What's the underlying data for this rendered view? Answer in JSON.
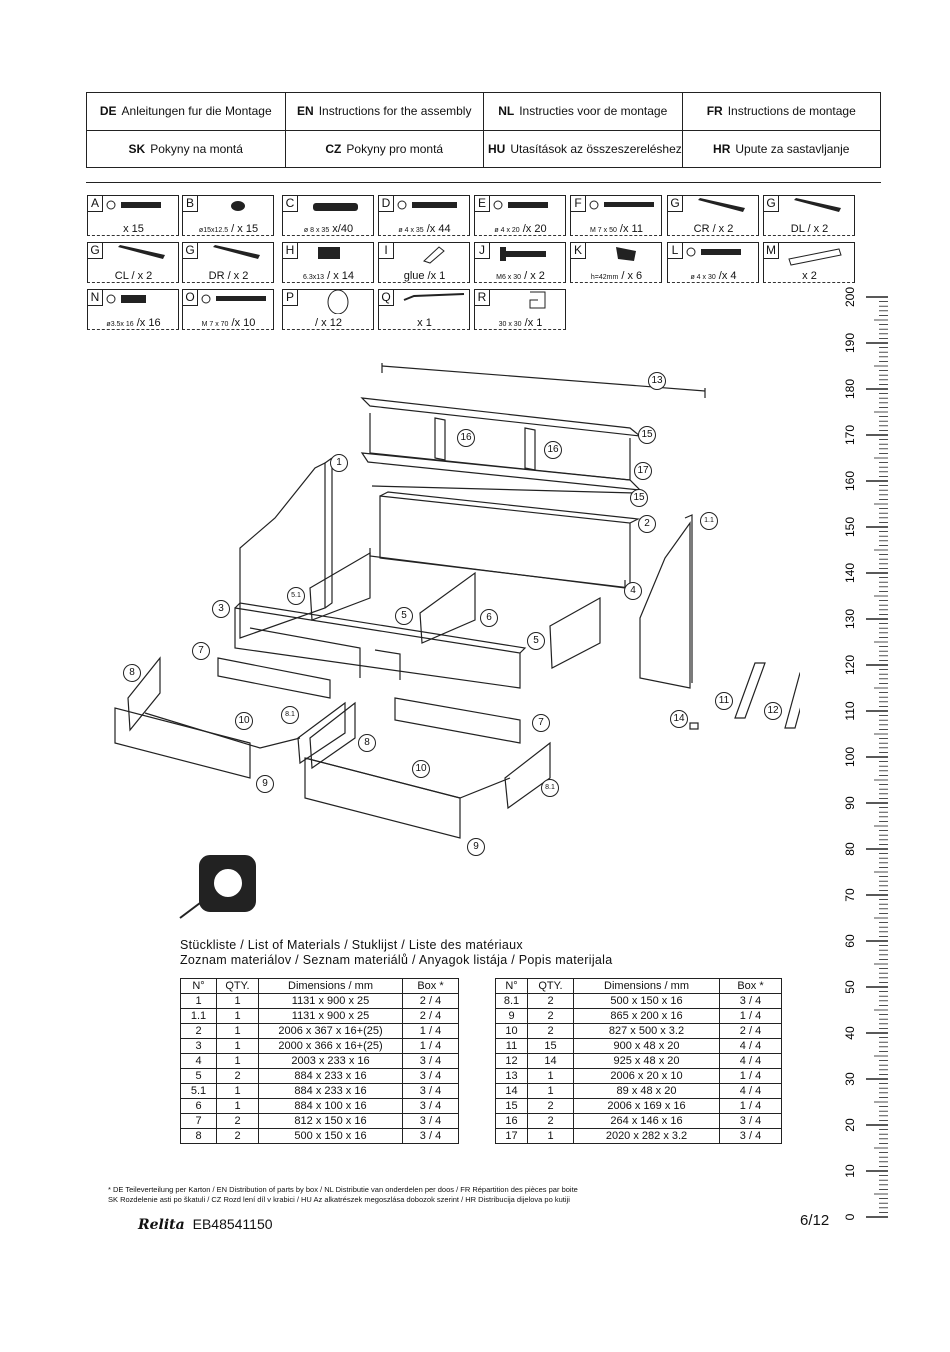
{
  "languages": [
    [
      {
        "code": "DE",
        "text": "Anleitungen fur die Montage"
      },
      {
        "code": "EN",
        "text": "Instructions for the assembly"
      },
      {
        "code": "NL",
        "text": "Instructies voor de montage"
      },
      {
        "code": "FR",
        "text": "Instructions de montage"
      }
    ],
    [
      {
        "code": "SK",
        "text": "Pokyny na montá"
      },
      {
        "code": "CZ",
        "text": "Pokyny pro montá"
      },
      {
        "code": "HU",
        "text": "Utasítások az összeszereléshez"
      },
      {
        "code": "HR",
        "text": "Upute za sastavljanje"
      }
    ]
  ],
  "hardware": [
    {
      "letter": "A",
      "spec": "",
      "qty": "x 15"
    },
    {
      "letter": "B",
      "spec": "ø15x12.5",
      "qty": "/ x 15"
    },
    {
      "letter": "C",
      "spec": "ø 8 x 35",
      "qty": "x/40"
    },
    {
      "letter": "D",
      "spec": "ø 4 x 35",
      "qty": "/x 44"
    },
    {
      "letter": "E",
      "spec": "ø 4 x 20",
      "qty": "/x 20"
    },
    {
      "letter": "F",
      "spec": "M 7 x 50",
      "qty": "/x 11"
    },
    {
      "letter": "G",
      "spec": "",
      "qty": "CR / x 2"
    },
    {
      "letter": "G",
      "spec": "",
      "qty": "DL / x 2"
    },
    {
      "letter": "G",
      "spec": "",
      "qty": "CL / x 2"
    },
    {
      "letter": "G",
      "spec": "",
      "qty": "DR / x 2"
    },
    {
      "letter": "H",
      "spec": "6.3x13",
      "qty": "/ x 14"
    },
    {
      "letter": "I",
      "spec": "",
      "qty": "glue /x 1"
    },
    {
      "letter": "J",
      "spec": "M6 x 30",
      "qty": "/ x 2"
    },
    {
      "letter": "K",
      "spec": "h=42mm",
      "qty": "/ x 6"
    },
    {
      "letter": "L",
      "spec": "ø 4 x 30",
      "qty": "/x 4"
    },
    {
      "letter": "M",
      "spec": "",
      "qty": "x 2"
    },
    {
      "letter": "N",
      "spec": "ø3.5x 16",
      "qty": "/x 16"
    },
    {
      "letter": "O",
      "spec": "M 7 x 70",
      "qty": "/x 10"
    },
    {
      "letter": "P",
      "spec": "",
      "qty": "/ x 12"
    },
    {
      "letter": "Q",
      "spec": "",
      "qty": "x 1"
    },
    {
      "letter": "R",
      "spec": "30 x 30",
      "qty": "/x 1"
    }
  ],
  "ruler": {
    "labels": [
      "200",
      "190",
      "180",
      "170",
      "160",
      "150",
      "140",
      "130",
      "120",
      "110",
      "100",
      "90",
      "80",
      "70",
      "60",
      "50",
      "40",
      "30",
      "20",
      "10",
      "0"
    ]
  },
  "diagram": {
    "part_labels": [
      "1",
      "1.1",
      "2",
      "3",
      "4",
      "5",
      "5.1",
      "6",
      "7",
      "8",
      "8.1",
      "9",
      "10",
      "11",
      "12",
      "13",
      "14",
      "15",
      "16",
      "17"
    ]
  },
  "materials": {
    "title1": "Stückliste / List of Materials / Stuklijst / Liste des matériaux",
    "title2": "Zoznam materiálov / Seznam materiálů / Anyagok listája / Popis materijala",
    "headers": [
      "N°",
      "QTY.",
      "Dimensions    / mm",
      "Box *"
    ],
    "left": [
      [
        "1",
        "1",
        "1131 x 900 x 25",
        "2 / 4"
      ],
      [
        "1.1",
        "1",
        "1131 x 900 x 25",
        "2 / 4"
      ],
      [
        "2",
        "1",
        "2006 x 367 x 16+(25)",
        "1 / 4"
      ],
      [
        "3",
        "1",
        "2000 x 366 x 16+(25)",
        "1 / 4"
      ],
      [
        "4",
        "1",
        "2003 x 233 x 16",
        "3 / 4"
      ],
      [
        "5",
        "2",
        "884 x 233 x 16",
        "3 / 4"
      ],
      [
        "5.1",
        "1",
        "884 x 233 x 16",
        "3 / 4"
      ],
      [
        "6",
        "1",
        "884 x 100 x 16",
        "3 / 4"
      ],
      [
        "7",
        "2",
        "812 x 150 x 16",
        "3 / 4"
      ],
      [
        "8",
        "2",
        "500 x 150 x 16",
        "3 / 4"
      ]
    ],
    "right": [
      [
        "8.1",
        "2",
        "500 x 150 x 16",
        "3 / 4"
      ],
      [
        "9",
        "2",
        "865 x 200 x 16",
        "1 / 4"
      ],
      [
        "10",
        "2",
        "827 x 500 x 3.2",
        "2 / 4"
      ],
      [
        "11",
        "15",
        "900 x 48 x 20",
        "4 / 4"
      ],
      [
        "12",
        "14",
        "925 x 48 x 20",
        "4 / 4"
      ],
      [
        "13",
        "1",
        "2006 x 20 x 10",
        "1 / 4"
      ],
      [
        "14",
        "1",
        "89 x 48 x 20",
        "4 / 4"
      ],
      [
        "15",
        "2",
        "2006 x 169 x 16",
        "1 / 4"
      ],
      [
        "16",
        "2",
        "264 x 146 x 16",
        "3 / 4"
      ],
      [
        "17",
        "1",
        "2020 x 282 x 3.2",
        "3 / 4"
      ]
    ]
  },
  "footnote": {
    "line1": "* DE  Teileverteilung per Karton / EN  Distribution of parts by box / NL  Distributie van onderdelen per doos / FR  Répartition des pièces par boite",
    "line2": "SK  Rozdelenie  asti po škatuli / CZ  Rozd lení díl  v krabici  / HU  Az alkatrészek megoszlása dobozok szerint / HR  Distribucija dijelova po kutiji"
  },
  "brand": {
    "logo": "Relita",
    "code": "EB48541150"
  },
  "page": {
    "number": "6/12"
  }
}
